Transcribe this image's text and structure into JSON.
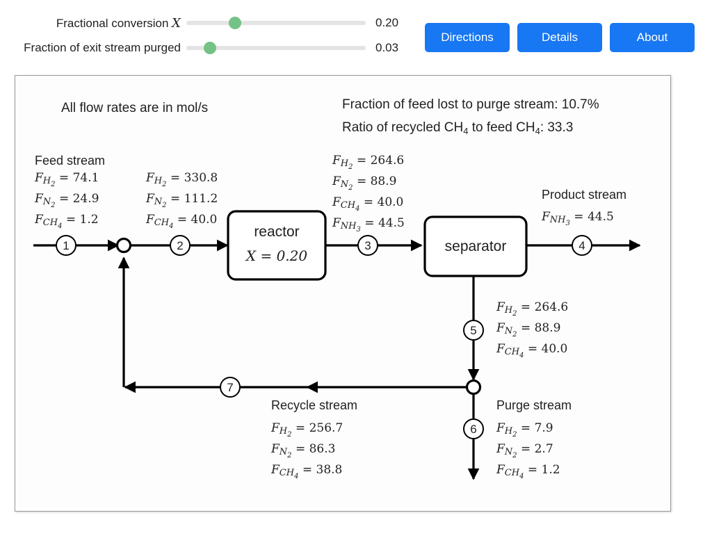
{
  "controls": {
    "sliders": [
      {
        "name": "fractional-conversion",
        "label_prefix": "Fractional conversion",
        "label_var": "X",
        "value": "0.20",
        "pct": 27
      },
      {
        "name": "fraction-purged",
        "label_prefix": "Fraction of exit stream purged",
        "label_var": "",
        "value": "0.03",
        "pct": 13
      }
    ],
    "buttons": [
      {
        "name": "directions",
        "label": "Directions"
      },
      {
        "name": "details",
        "label": "Details"
      },
      {
        "name": "about",
        "label": "About"
      }
    ],
    "accent_color": "#1877f2",
    "thumb_color": "#74c285"
  },
  "diagram": {
    "units_note": "All flow rates are in mol/s",
    "summary": {
      "feed_lost_label": "Fraction of feed lost to purge stream: 10.7%",
      "ratio_label_a": "Ratio of recycled CH",
      "ratio_sub_a": "4",
      "ratio_label_b": " to feed CH",
      "ratio_sub_b": "4",
      "ratio_label_c": ": 33.3"
    },
    "units": [
      {
        "name": "reactor",
        "label": "reactor",
        "sub_label": "X = 0.20"
      },
      {
        "name": "separator",
        "label": "separator",
        "sub_label": ""
      }
    ],
    "stream_numbers": [
      "1",
      "2",
      "3",
      "4",
      "5",
      "6",
      "7"
    ],
    "labels": {
      "feed": "Feed stream",
      "product": "Product stream",
      "recycle": "Recycle stream",
      "purge": "Purge stream"
    },
    "streams": {
      "feed": [
        {
          "species": "H",
          "sub": "2",
          "value": "74.1"
        },
        {
          "species": "N",
          "sub": "2",
          "value": "24.9"
        },
        {
          "species": "CH",
          "sub": "4",
          "value": "1.2"
        }
      ],
      "mixed": [
        {
          "species": "H",
          "sub": "2",
          "value": "330.8"
        },
        {
          "species": "N",
          "sub": "2",
          "value": "111.2"
        },
        {
          "species": "CH",
          "sub": "4",
          "value": "40.0"
        }
      ],
      "reactor_out": [
        {
          "species": "H",
          "sub": "2",
          "value": "264.6"
        },
        {
          "species": "N",
          "sub": "2",
          "value": "88.9"
        },
        {
          "species": "CH",
          "sub": "4",
          "value": "40.0"
        },
        {
          "species": "NH",
          "sub": "3",
          "value": "44.5"
        }
      ],
      "product": [
        {
          "species": "NH",
          "sub": "3",
          "value": "44.5"
        }
      ],
      "separator_gas": [
        {
          "species": "H",
          "sub": "2",
          "value": "264.6"
        },
        {
          "species": "N",
          "sub": "2",
          "value": "88.9"
        },
        {
          "species": "CH",
          "sub": "4",
          "value": "40.0"
        }
      ],
      "recycle": [
        {
          "species": "H",
          "sub": "2",
          "value": "256.7"
        },
        {
          "species": "N",
          "sub": "2",
          "value": "86.3"
        },
        {
          "species": "CH",
          "sub": "4",
          "value": "38.8"
        }
      ],
      "purge": [
        {
          "species": "H",
          "sub": "2",
          "value": "7.9"
        },
        {
          "species": "N",
          "sub": "2",
          "value": "2.7"
        },
        {
          "species": "CH",
          "sub": "4",
          "value": "1.2"
        }
      ]
    }
  }
}
